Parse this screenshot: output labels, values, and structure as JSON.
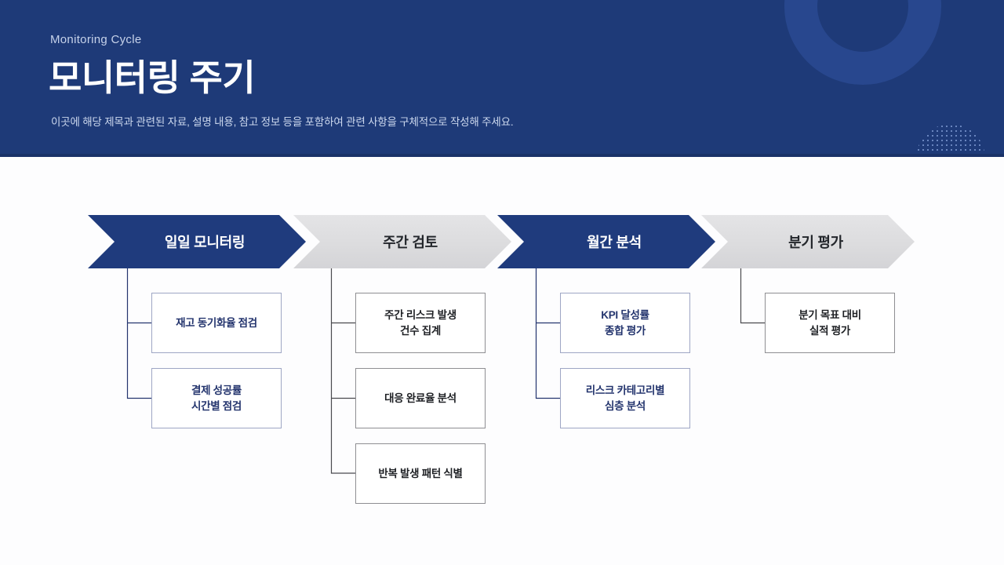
{
  "header": {
    "eyebrow": "Monitoring Cycle",
    "title": "모니터링 주기",
    "subtitle": "이곳에 해당 제목과 관련된 자료, 설명 내용, 참고 정보 등을 포함하여 관련 사항을 구체적으로 작성해 주세요.",
    "background_color": "#1e3a78",
    "ring_color": "#2a4a92",
    "dots_color": "#7e9ad4"
  },
  "colors": {
    "navy": "#1f3b7d",
    "gray": "#dcdcde",
    "navy_text": "#24356e",
    "gray_text": "#1e2024",
    "navy_border": "#9ea6c4",
    "gray_border": "#8e8e92",
    "connector_navy": "#24356e",
    "connector_gray": "#4a4a4e"
  },
  "phases": [
    {
      "label": "일일 모니터링",
      "style": "navy",
      "cards": [
        {
          "text": "재고 동기화율 점검"
        },
        {
          "text": "결제 성공률\n시간별 점검"
        }
      ]
    },
    {
      "label": "주간 검토",
      "style": "gray",
      "cards": [
        {
          "text": "주간 리스크 발생\n건수 집계"
        },
        {
          "text": "대응 완료율 분석"
        },
        {
          "text": "반복 발생 패턴 식별"
        }
      ]
    },
    {
      "label": "월간 분석",
      "style": "navy",
      "cards": [
        {
          "text": "KPI 달성률\n종합 평가"
        },
        {
          "text": "리스크 카테고리별\n심층 분석"
        }
      ]
    },
    {
      "label": "분기 평가",
      "style": "gray",
      "cards": [
        {
          "text": "분기 목표 대비\n실적 평가"
        }
      ]
    }
  ]
}
